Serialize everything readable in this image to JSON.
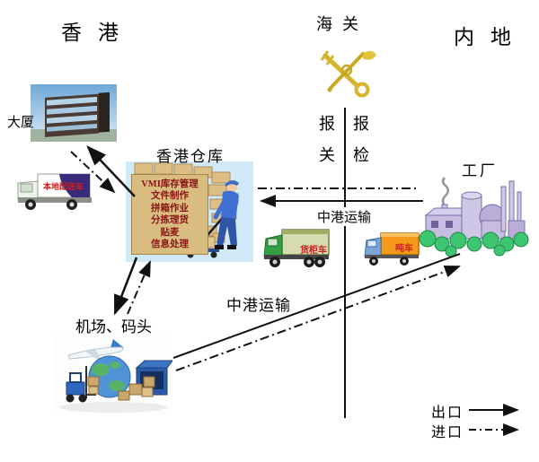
{
  "diagram": {
    "regions": {
      "hongkong": "香港",
      "customs": "海关",
      "mainland": "内地"
    },
    "customs_declarations": {
      "declare_customs": "报关",
      "declare_inspection": "报检"
    },
    "building": {
      "label": "大厦"
    },
    "delivery_truck": {
      "label": "本地配送车"
    },
    "warehouse": {
      "label": "香港仓库",
      "services": [
        "VMI库存管理",
        "文件制作",
        "拼箱作业",
        "分拣理货",
        "贴麦",
        "信息处理"
      ]
    },
    "transport": {
      "upper_label": "中港运输",
      "lower_label": "中港运输"
    },
    "trucks": {
      "container_truck": "货柜车",
      "ton_truck": "吨车"
    },
    "factory": {
      "label": "工厂"
    },
    "airport": {
      "label": "机场、码头"
    },
    "legend": {
      "export_label": "出口",
      "import_label": "进口"
    },
    "colors": {
      "emblem_gold": "#d6b42e",
      "service_text_red": "#8a1515",
      "truck_text_red": "#cc2020",
      "warehouse_bg": "#cfe9f6",
      "box_tan": "#ddbf86",
      "factory_purple": "#c6bde0",
      "bush_green": "#3ec571",
      "line_black": "#111111"
    }
  }
}
